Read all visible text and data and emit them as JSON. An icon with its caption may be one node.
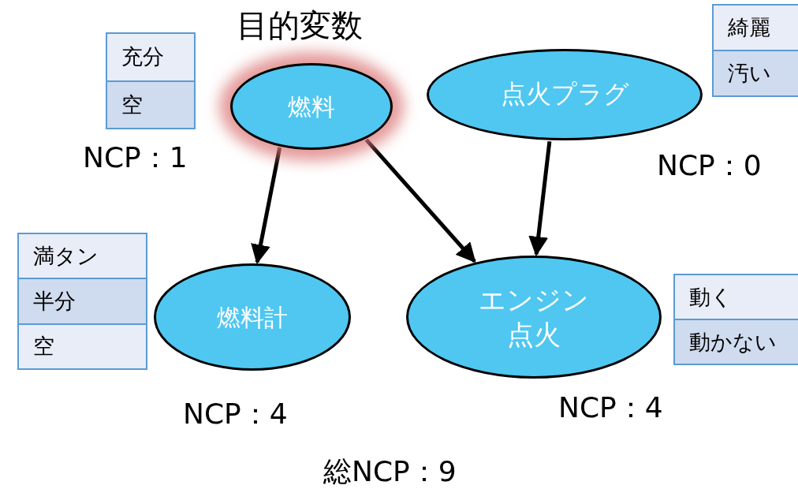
{
  "diagram": {
    "nodes": [
      {
        "text": [
          "燃料"
        ],
        "beside": [
          "目的変数"
        ]
      },
      {
        "text": [
          "点火プラグ"
        ],
        "beside": [
          "NCP：0"
        ]
      },
      {
        "text": [
          "燃料計"
        ],
        "beside": [
          "NCP：4"
        ]
      },
      {
        "text": [
          "エンジン点火"
        ],
        "beside": [
          "NCP：4"
        ]
      },
      {
        "text": [
          "充分",
          "空"
        ],
        "beside": [
          "NCP：1"
        ]
      },
      {
        "text": [
          "綺麗",
          "汚い"
        ]
      },
      {
        "text": [
          "満タン",
          "半分",
          "空"
        ]
      },
      {
        "text": [
          "動く",
          "動かない"
        ]
      }
    ],
    "edges": [
      {
        "from": 0,
        "to": 2,
        "arrow": "to"
      },
      {
        "from": 0,
        "to": 3,
        "arrow": "to"
      },
      {
        "from": 1,
        "to": 3,
        "arrow": "to"
      }
    ],
    "labels": [
      "総NCP：9"
    ]
  }
}
